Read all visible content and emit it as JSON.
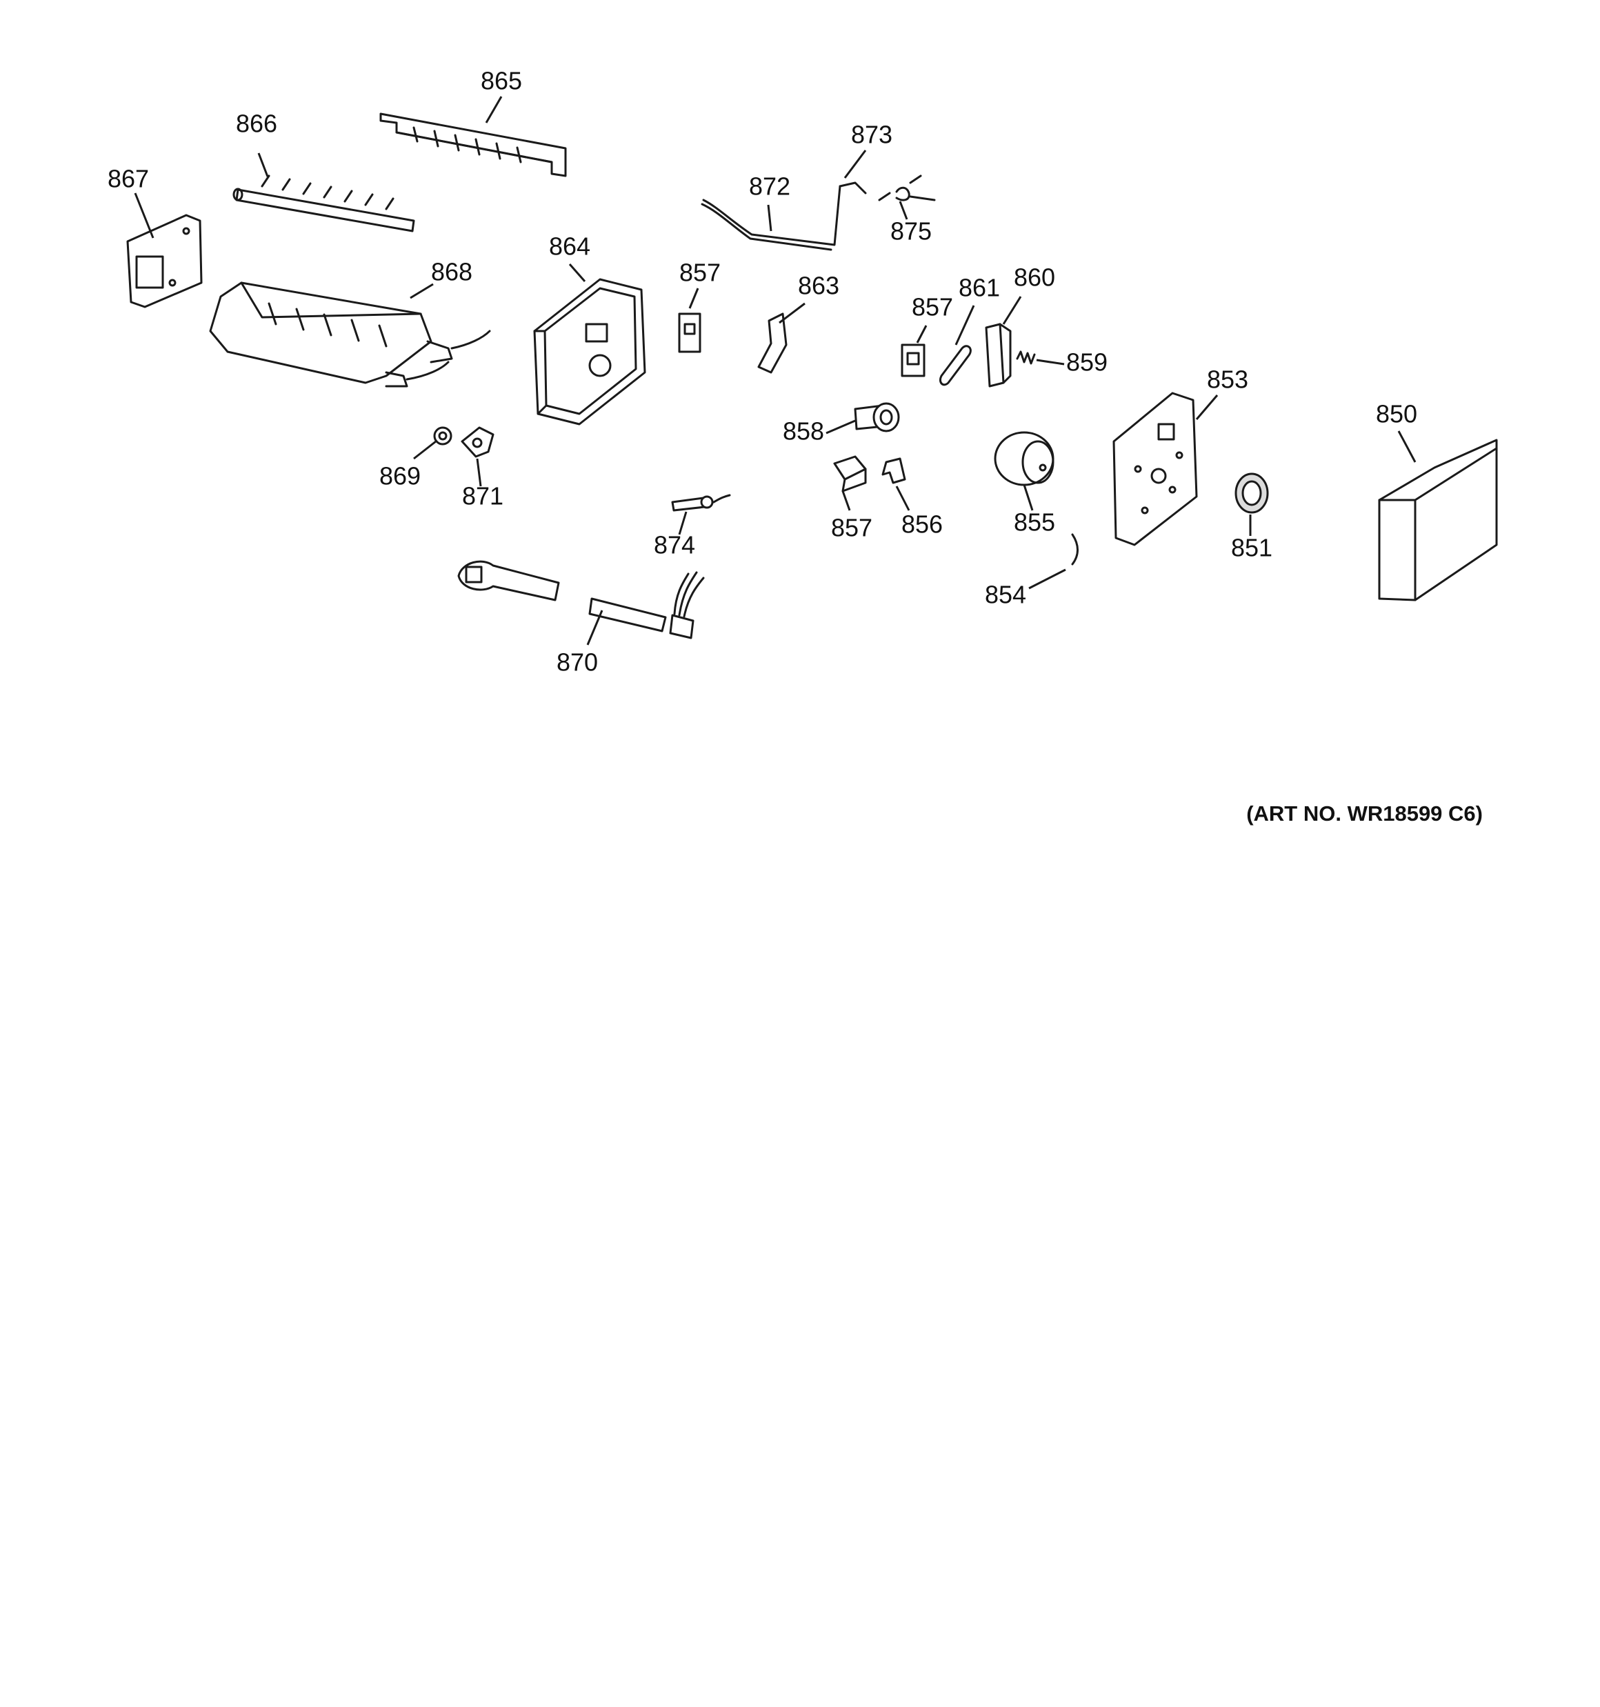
{
  "parts": [
    {
      "id": "p850",
      "number": "850"
    },
    {
      "id": "p851",
      "number": "851"
    },
    {
      "id": "p853",
      "number": "853"
    },
    {
      "id": "p854",
      "number": "854"
    },
    {
      "id": "p855",
      "number": "855"
    },
    {
      "id": "p856",
      "number": "856"
    },
    {
      "id": "p857a",
      "number": "857"
    },
    {
      "id": "p857b",
      "number": "857"
    },
    {
      "id": "p857c",
      "number": "857"
    },
    {
      "id": "p858",
      "number": "858"
    },
    {
      "id": "p859",
      "number": "859"
    },
    {
      "id": "p860",
      "number": "860"
    },
    {
      "id": "p861",
      "number": "861"
    },
    {
      "id": "p863",
      "number": "863"
    },
    {
      "id": "p864",
      "number": "864"
    },
    {
      "id": "p865",
      "number": "865"
    },
    {
      "id": "p866",
      "number": "866"
    },
    {
      "id": "p867",
      "number": "867"
    },
    {
      "id": "p868",
      "number": "868"
    },
    {
      "id": "p869",
      "number": "869"
    },
    {
      "id": "p870",
      "number": "870"
    },
    {
      "id": "p871",
      "number": "871"
    },
    {
      "id": "p872",
      "number": "872"
    },
    {
      "id": "p873",
      "number": "873"
    },
    {
      "id": "p874",
      "number": "874"
    },
    {
      "id": "p875",
      "number": "875"
    }
  ],
  "art_number": "(ART NO. WR18599 C6)"
}
